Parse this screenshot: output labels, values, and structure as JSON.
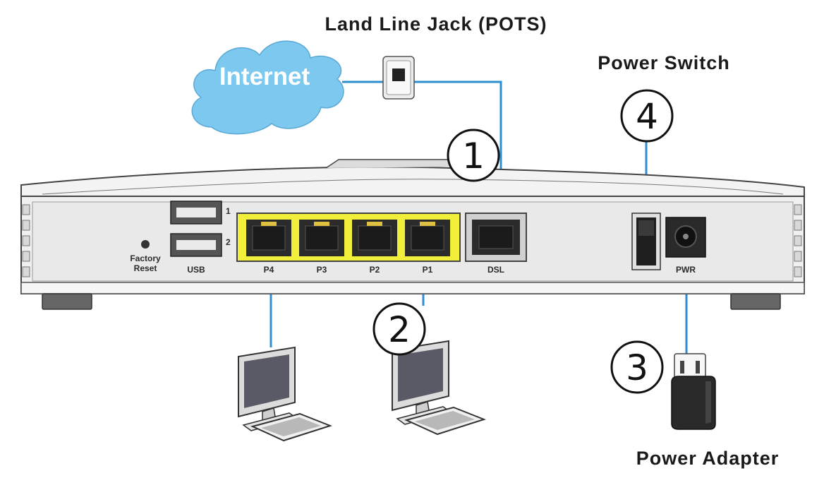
{
  "labels": {
    "land_line_jack": "Land Line Jack (POTS)",
    "power_switch": "Power Switch",
    "power_adapter": "Power Adapter",
    "internet": "Internet"
  },
  "router": {
    "factory_reset_line1": "Factory",
    "factory_reset_line2": "Reset",
    "usb_label": "USB",
    "usb_port_1": "1",
    "usb_port_2": "2",
    "lan_ports": [
      "P4",
      "P3",
      "P2",
      "P1"
    ],
    "dsl_label": "DSL",
    "pwr_label": "PWR"
  },
  "callouts": [
    "1",
    "2",
    "3",
    "4"
  ],
  "colors": {
    "cable": "#2e8fd0",
    "cloud": "#7cc8ee",
    "lan_highlight": "#f2ef3a",
    "router_body": "#f2f2f2"
  }
}
